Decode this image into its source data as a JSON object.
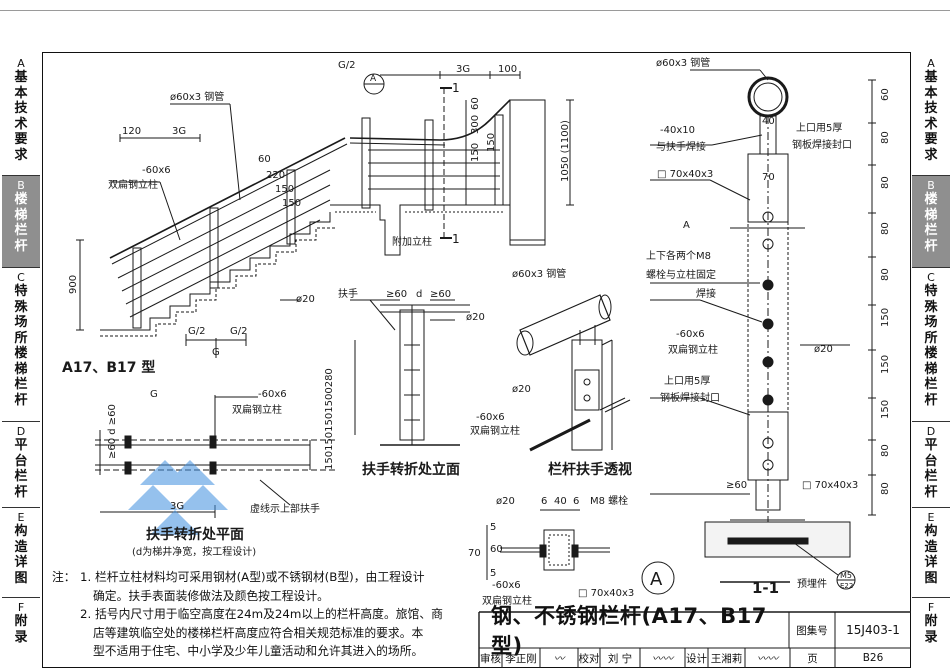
{
  "side_tabs_left": [
    {
      "letter": "A",
      "label": "基本技术要求",
      "active": false
    },
    {
      "letter": "B",
      "label": "楼梯栏杆",
      "active": true
    },
    {
      "letter": "C",
      "label": "特殊场所楼梯栏杆",
      "active": false
    },
    {
      "letter": "D",
      "label": "平台栏杆",
      "active": false
    },
    {
      "letter": "E",
      "label": "构造详图",
      "active": false
    },
    {
      "letter": "F",
      "label": "附录",
      "active": false
    }
  ],
  "side_tabs_right": [
    {
      "letter": "A",
      "label": "基本技术要求",
      "active": false
    },
    {
      "letter": "B",
      "label": "楼梯栏杆",
      "active": true
    },
    {
      "letter": "C",
      "label": "特殊场所楼梯栏杆",
      "active": false
    },
    {
      "letter": "D",
      "label": "平台栏杆",
      "active": false
    },
    {
      "letter": "E",
      "label": "构造详图",
      "active": false
    },
    {
      "letter": "F",
      "label": "附录",
      "active": false
    }
  ],
  "elevation": {
    "pipe": "ø60x3 钢管",
    "post": "-60x6",
    "post_desc": "双扁钢立柱",
    "dim_120": "120",
    "dim_3g": "3G",
    "dim_60": "60",
    "dim_220": "220",
    "dim_150a": "150",
    "dim_150b": "150",
    "dim_900": "900",
    "rod": "ø20",
    "g2a": "G/2",
    "g2b": "G/2",
    "g": "G",
    "label": "A17、B17 型"
  },
  "section": {
    "g2": "G/2",
    "dim_3g": "3G",
    "dim_100": "100",
    "mark": "A",
    "cut": "1",
    "dim_60": "60",
    "dim_300": "300",
    "dim_150a": "150",
    "dim_150b": "150",
    "dim_1050": "1050 (1100)",
    "extra_post": "附加立柱"
  },
  "turn_elev": {
    "handrail": "扶手",
    "d1": "≥60",
    "d": "d",
    "d2": "≥60",
    "rod": "ø20",
    "dims_left": "1501501501500280",
    "flat": "-60x6",
    "flat_desc": "双扁钢立柱",
    "title": "扶手转折处立面"
  },
  "perspective": {
    "pipe": "ø60x3 钢管",
    "rod": "ø20",
    "title": "栏杆扶手透视"
  },
  "plan": {
    "flat": "-60x6",
    "flat_desc": "双扁钢立柱",
    "g": "G",
    "dims": "≥60 d ≥60",
    "dim_3g": "3G",
    "dashed_note": "虚线示上部扶手",
    "title": "扶手转折处平面",
    "subtitle": "(d为梯井净宽，按工程设计)"
  },
  "detail_a": {
    "rod": "ø20",
    "d6a": "6",
    "d40": "40",
    "d6b": "6",
    "bolt": "M8 螺栓",
    "d5a": "5",
    "d60": "60",
    "d70": "70",
    "d5b": "5",
    "flat": "-60x6",
    "tube": "□ 70x40x3",
    "post": "双扁钢立柱",
    "mark": "A"
  },
  "section11": {
    "pipe": "ø60x3 钢管",
    "flat1": "-40x10",
    "flat1_desc": "与扶手焊接",
    "d40": "40",
    "cap1": "上口用5厚",
    "cap1_b": "钢板焊接封口",
    "tube": "□ 70x40x3",
    "d70": "70",
    "mark": "A",
    "bolt_a": "上下各两个M8",
    "bolt_b": "螺栓与立柱固定",
    "weld": "焊接",
    "flat2": "-60x6",
    "flat2_desc": "双扁钢立柱",
    "rod": "ø20",
    "cap2": "上口用5厚",
    "cap2_b": "钢板焊接封口",
    "ge60": "≥60",
    "tube2": "□ 70x40x3",
    "embed": "预埋件",
    "embed_mark": "M5",
    "embed_sub": "E22",
    "title": "1-1",
    "right_dims": [
      "60",
      "80",
      "80",
      "80",
      "80",
      "150",
      "150",
      "150",
      "80",
      "80"
    ]
  },
  "notes": {
    "lead": "注：",
    "n1a": "1. 栏杆立柱材料均可采用钢材(A型)或不锈钢材(B型)，由工程设计",
    "n1b": "确定。扶手表面装修做法及颜色按工程设计。",
    "n2a": "2. 括号内尺寸用于临空高度在24m及24m以上的栏杆高度。旅馆、商",
    "n2b": "店等建筑临空处的楼梯栏杆高度应符合相关规范标准的要求。本",
    "n2c": "型不适用于住宅、中小学及少年儿童活动和允许其进入的场所。"
  },
  "titleblock": {
    "title": "钢、不锈钢栏杆(A17、B17型)",
    "atlas_label": "图集号",
    "atlas_no": "15J403-1",
    "review": "审核",
    "reviewer": "李正刚",
    "check": "校对",
    "checker": "刘  宁",
    "design": "设计",
    "designer": "王湘莉",
    "page_label": "页",
    "page_no": "B26"
  },
  "colors": {
    "line": "#1a1a1a",
    "tab_active": "#8f8f8f",
    "watermark": "#3f8fe0"
  }
}
